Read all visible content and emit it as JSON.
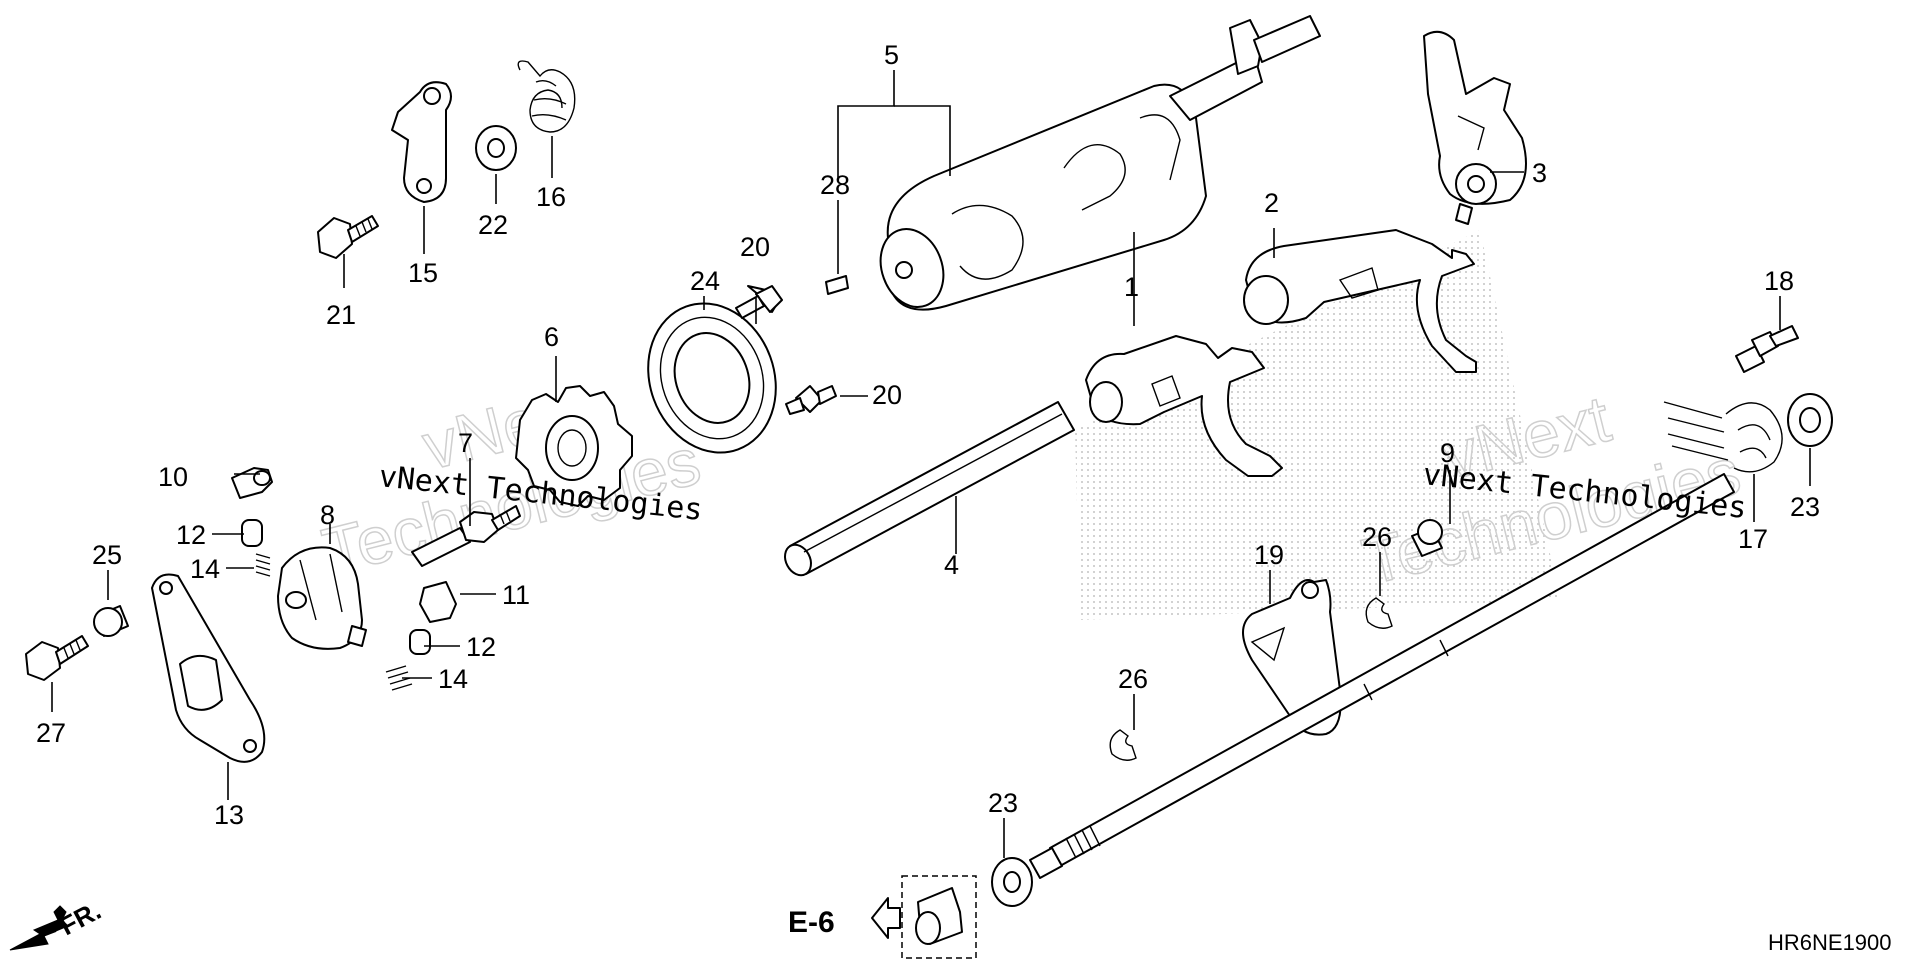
{
  "diagram": {
    "code": "HR6NE1900",
    "ref_label": "E-6",
    "direction_label": "FR.",
    "watermark_line1": "vNext",
    "watermark_line2": "Technologies",
    "watermark_small": "vNext Technologies"
  },
  "callouts": {
    "c1": "1",
    "c2": "2",
    "c3": "3",
    "c4": "4",
    "c5": "5",
    "c6": "6",
    "c7": "7",
    "c8": "8",
    "c9": "9",
    "c10": "10",
    "c11": "11",
    "c12a": "12",
    "c12b": "12",
    "c13": "13",
    "c14a": "14",
    "c14b": "14",
    "c15": "15",
    "c16": "16",
    "c17": "17",
    "c18": "18",
    "c19": "19",
    "c20a": "20",
    "c20b": "20",
    "c21": "21",
    "c22": "22",
    "c23a": "23",
    "c23b": "23",
    "c24": "24",
    "c25": "25",
    "c26a": "26",
    "c26b": "26",
    "c27": "27",
    "c28": "28"
  }
}
